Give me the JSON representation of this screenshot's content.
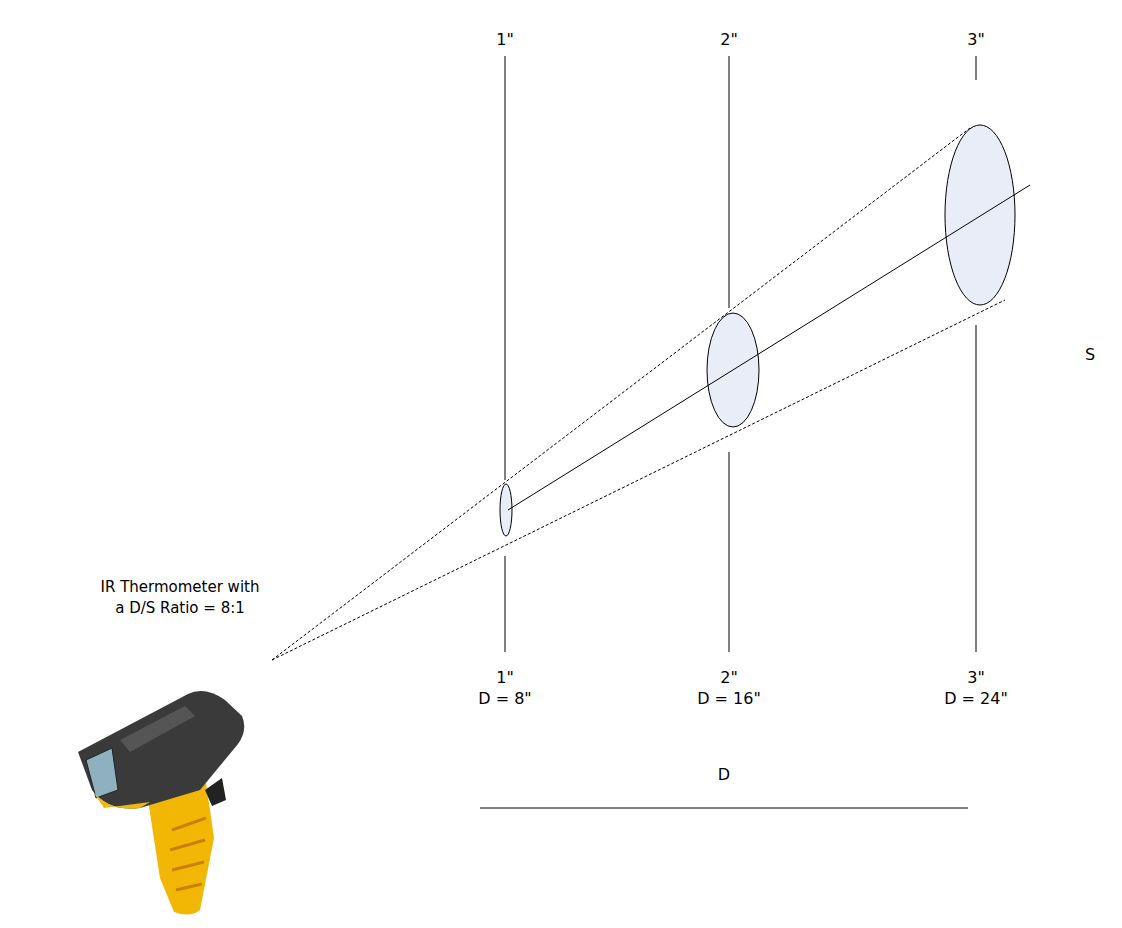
{
  "diagram": {
    "labels": [
      "1\"",
      "2\"",
      "3\"",
      "IR Thermometer with a D/S Ratio = 8:1",
      "S",
      "1\"",
      "D = 8\"",
      "2\"",
      "D = 16\"",
      "3\"",
      "D = 24\"",
      "D"
    ]
  }
}
